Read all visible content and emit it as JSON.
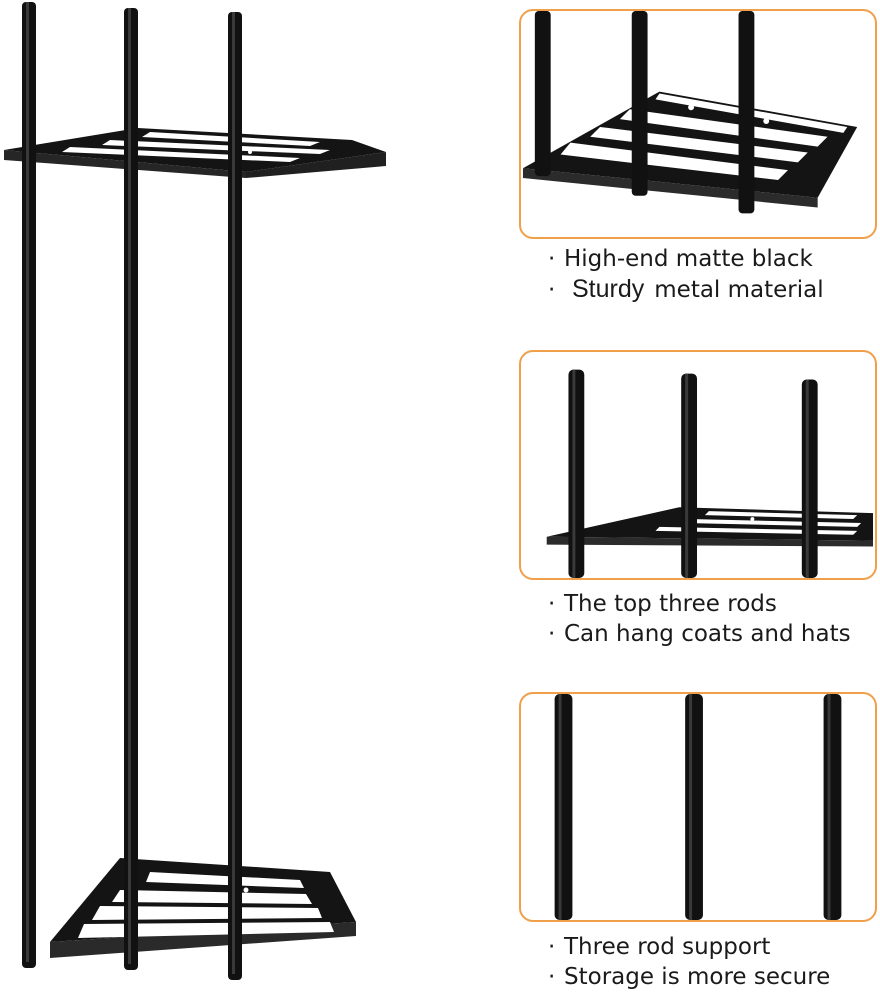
{
  "colors": {
    "accent": "#f0a04b",
    "metal": "#111111",
    "text": "#1a1a1a",
    "background": "#ffffff"
  },
  "captions": {
    "panel1": {
      "line1": "High-end matte black",
      "line2_word": "Sturdy",
      "line2_rest": "metal material"
    },
    "panel2": {
      "line1": "The top three rods",
      "line2": "Can hang coats and hats"
    },
    "panel3": {
      "line1": "Three rod support",
      "line2": "Storage is more secure"
    }
  },
  "bullet": "·"
}
